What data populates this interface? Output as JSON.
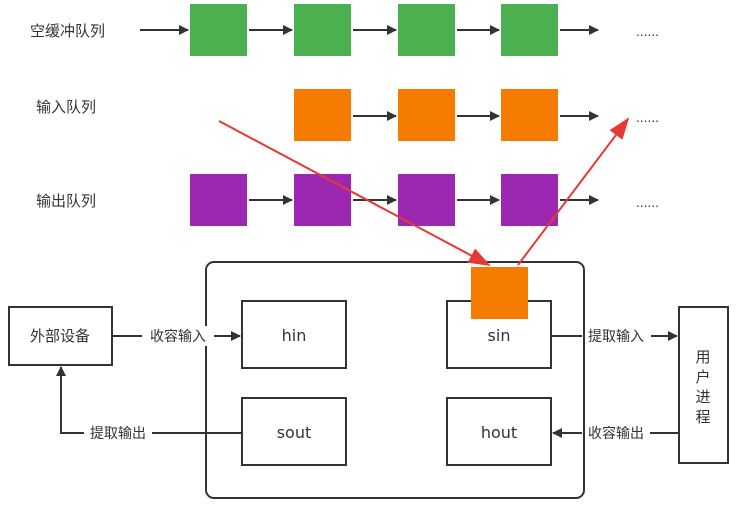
{
  "colors": {
    "empty": "#4caf50",
    "input": "#f57c00",
    "output": "#9c27b0",
    "line": "#333333",
    "highlight": "#e53935"
  },
  "queues": [
    {
      "key": "empty",
      "label": "空缓冲队列",
      "ellipsis": "......",
      "count": 4,
      "entry_arrow": true
    },
    {
      "key": "input",
      "label": "输入队列",
      "ellipsis": "......",
      "count": 3,
      "entry_arrow": false
    },
    {
      "key": "output",
      "label": "输出队列",
      "ellipsis": "......",
      "count": 4,
      "entry_arrow": false
    }
  ],
  "buffers": {
    "hin": "hin",
    "sin": "sin",
    "sout": "sout",
    "hout": "hout"
  },
  "external": {
    "device": "外部设备",
    "process_chars": [
      "用",
      "户",
      "进",
      "程"
    ]
  },
  "flows": {
    "collect_input": "收容输入",
    "extract_input": "提取输入",
    "extract_output": "提取输出",
    "collect_output": "收容输出"
  }
}
